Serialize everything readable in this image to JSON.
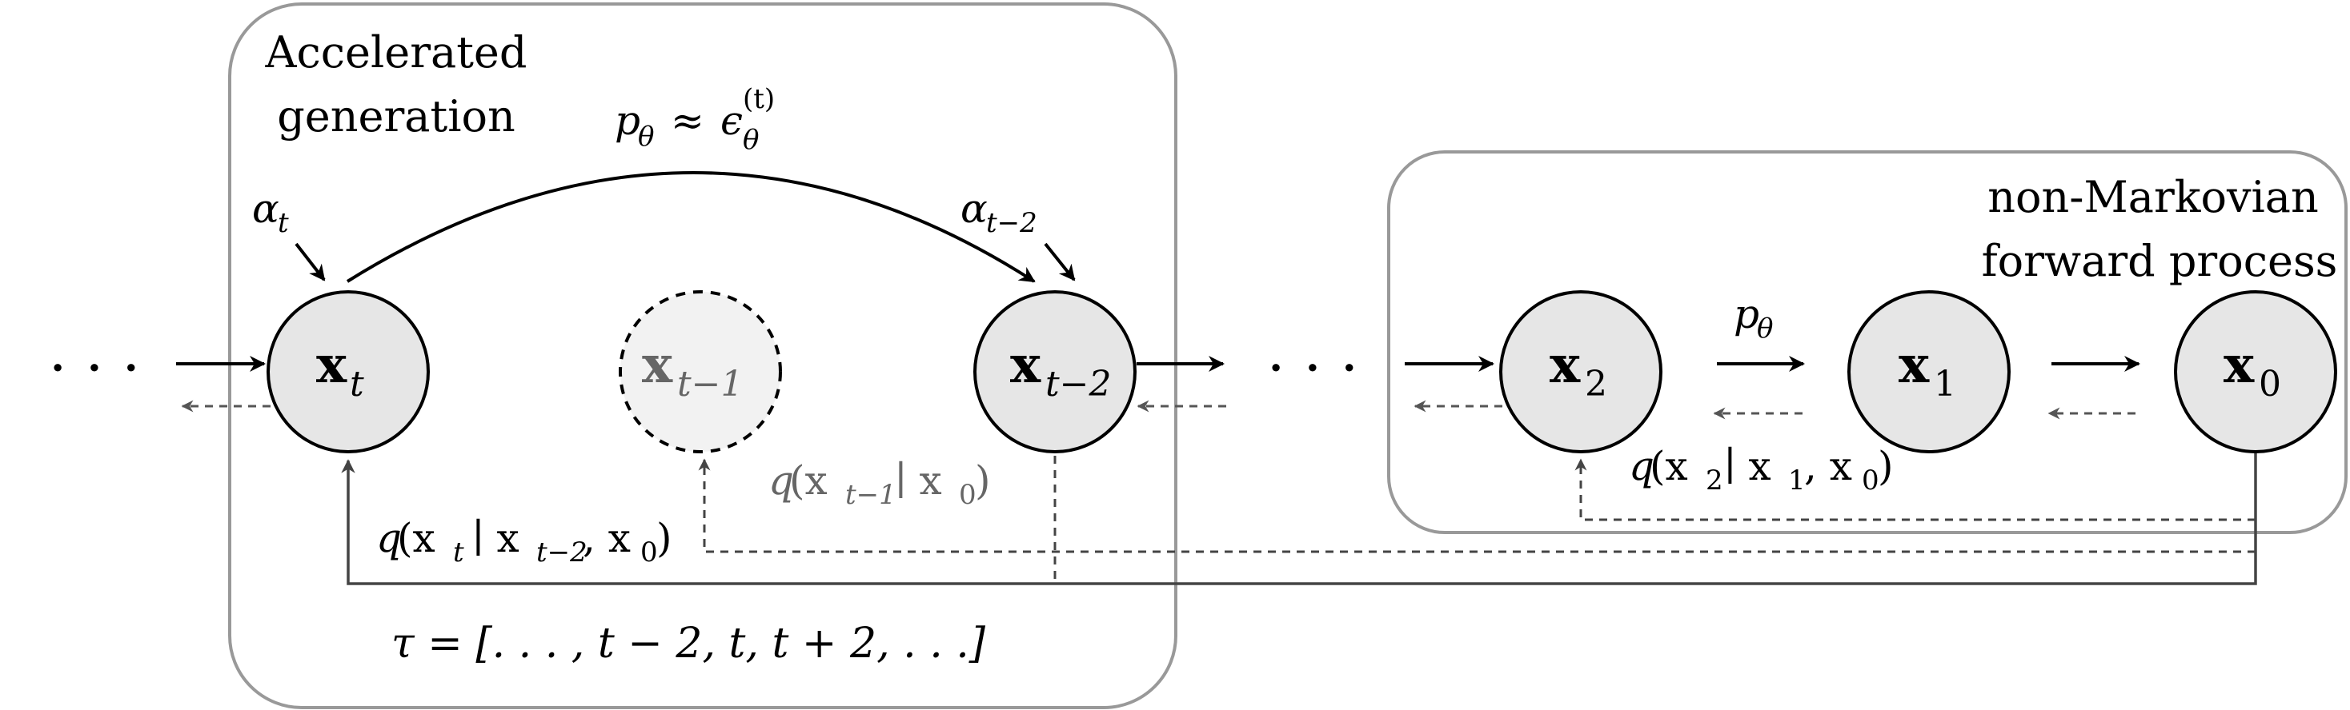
{
  "groups": {
    "accelerated": {
      "line1": "Accelerated",
      "line2": "generation"
    },
    "forward": {
      "line1": "non-Markovian",
      "line2": "forward process"
    }
  },
  "nodes": [
    {
      "id": "xt",
      "base": "x",
      "sub": "t",
      "style": "solid"
    },
    {
      "id": "xt1",
      "base": "x",
      "sub": "t−1",
      "style": "dashed"
    },
    {
      "id": "xt2",
      "base": "x",
      "sub": "t−2",
      "style": "solid"
    },
    {
      "id": "x2",
      "base": "x",
      "sub": "2",
      "style": "solid"
    },
    {
      "id": "x1",
      "base": "x",
      "sub": "1",
      "style": "solid"
    },
    {
      "id": "x0",
      "base": "x",
      "sub": "0",
      "style": "solid"
    }
  ],
  "labels": {
    "p_theta_approx": {
      "p": "p",
      "theta": "θ",
      "approx": "≈",
      "eps": "ϵ",
      "sup": "(t)",
      "sub": "θ"
    },
    "alpha_t": {
      "base": "α",
      "sub": "t"
    },
    "alpha_t2": {
      "base": "α",
      "sub": "t−2"
    },
    "p_theta": {
      "base": "p",
      "sub": "θ"
    },
    "q_xt": {
      "q": "q",
      "open": "(x",
      "sub_t": "t",
      "bar": "∣ x",
      "sub_t2": "t−2",
      "mid": ", x",
      "sub_0": "0",
      "close": ")"
    },
    "q_xt1": {
      "q": "q",
      "open": "(x",
      "sub_t1": "t−1",
      "bar": "∣ x",
      "sub_0": "0",
      "close": ")"
    },
    "q_x2": {
      "q": "q",
      "open": "(x",
      "sub_2": "2",
      "bar": "∣ x",
      "sub_1": "1",
      "mid": ", x",
      "sub_0": "0",
      "close": ")"
    },
    "tau": "τ = [. . . , t − 2, t, t + 2, . . .]",
    "ellipsis": "· · ·"
  },
  "colors": {
    "node_fill": "#e6e6e6",
    "ghost_fill": "#f2f2f2",
    "box_stroke": "#999999",
    "dashed_arrow": "#555555"
  }
}
